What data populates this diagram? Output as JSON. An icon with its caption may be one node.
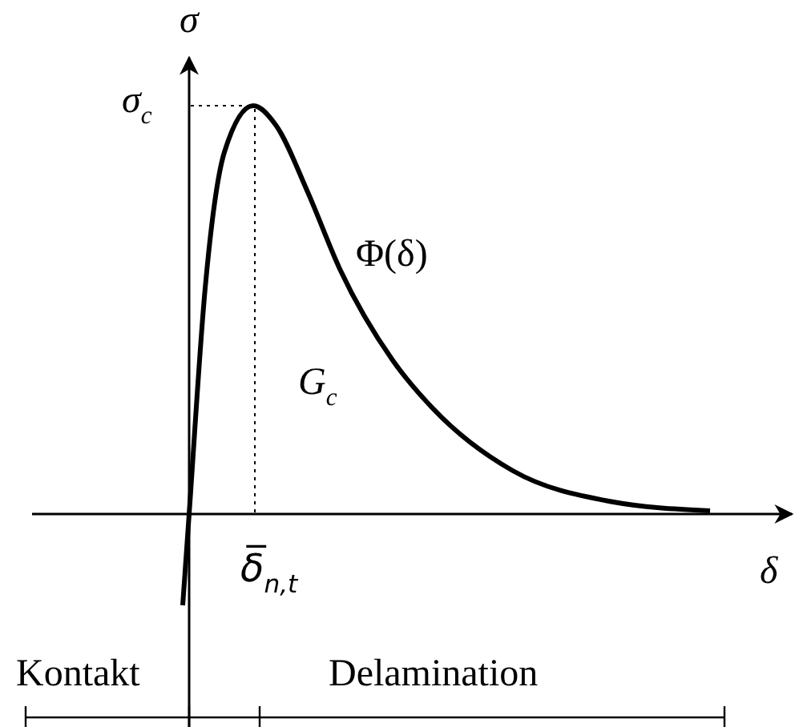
{
  "diagram": {
    "labels": [
      "σ",
      "σ$_{c}$",
      "Φ(δ)",
      "G$_{c}$",
      "δ̅$_{n,t}$",
      "δ",
      "Kontakt",
      "Delamination"
    ]
  }
}
